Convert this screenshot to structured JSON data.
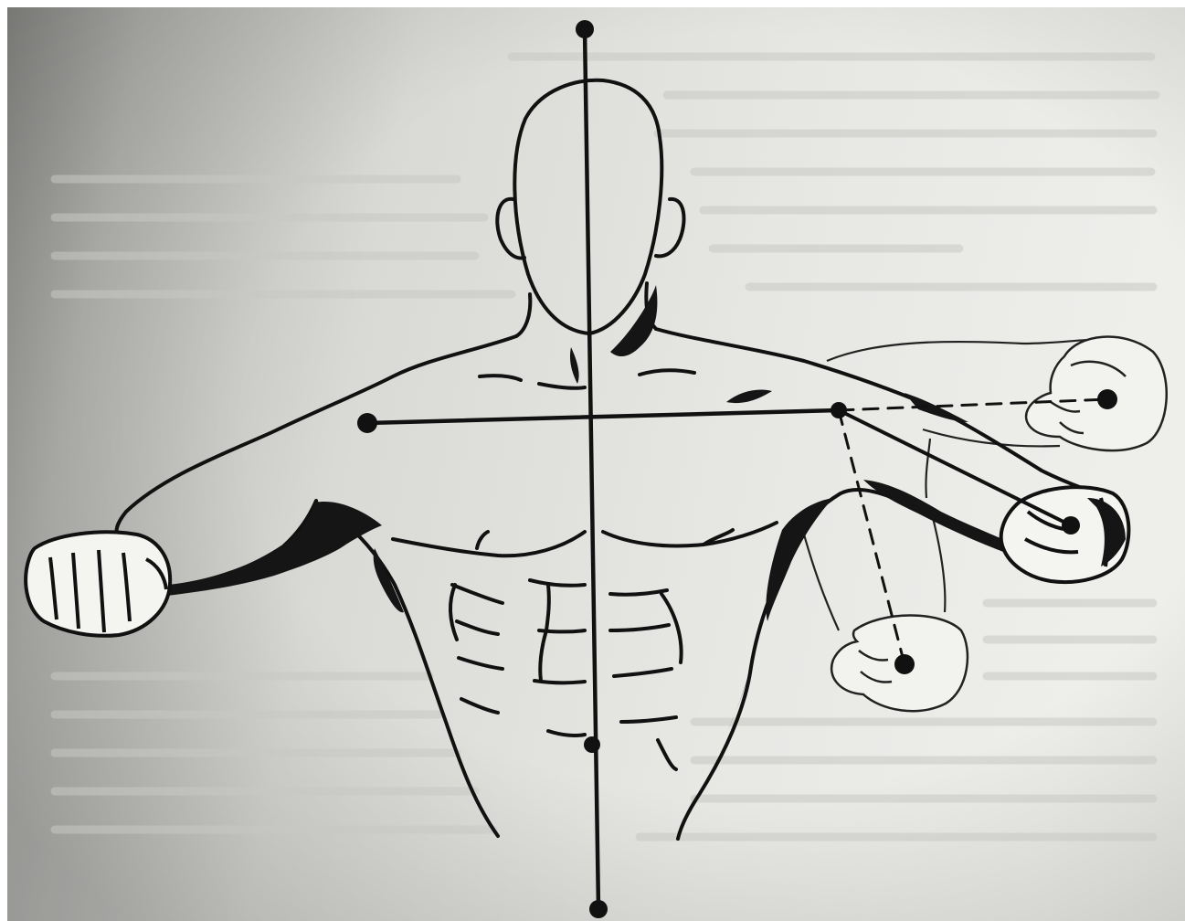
{
  "figure": {
    "subject": "martial-arts-torso-diagram",
    "ink_color": "#111111",
    "paper_color_light": "#e6e6e3",
    "paper_color_dark": "#9a9a97",
    "faded_text_color": "#c4c4c1",
    "lines": {
      "centerline": "solid",
      "shoulder_line": "solid",
      "punch_line": "solid",
      "alternate_paths": "dashed"
    },
    "icons": [
      "point-marker",
      "fist",
      "outline-fist"
    ]
  }
}
